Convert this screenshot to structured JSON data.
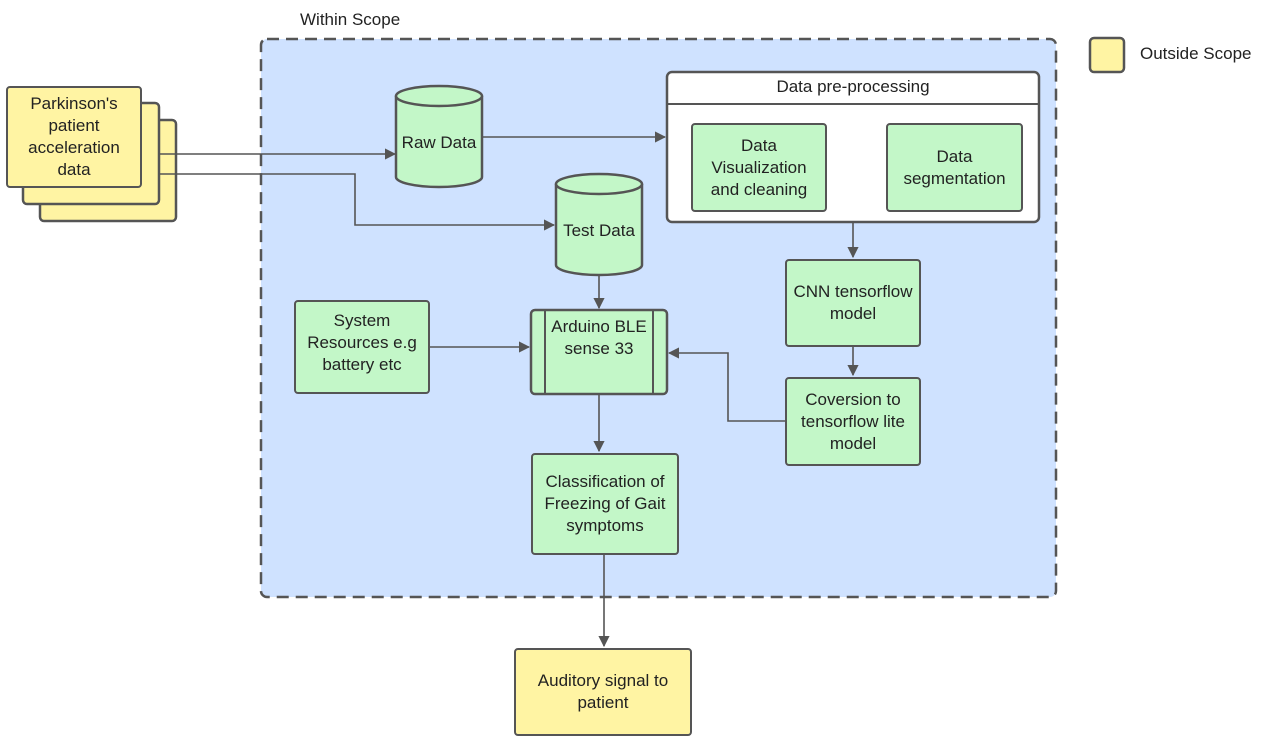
{
  "scope": {
    "within_label": "Within Scope",
    "legend_label": "Outside Scope"
  },
  "colors": {
    "scope_fill": "#cfe2ff",
    "node_fill": "#c3f7c8",
    "outside_fill": "#fff4a3",
    "stroke": "#555555"
  },
  "nodes": {
    "parkinsons": "Parkinson's patient acceleration data",
    "raw_data": "Raw Data",
    "test_data": "Test Data",
    "preprocessing_title": "Data pre-processing",
    "visualization": "Data Visualization and cleaning",
    "segmentation": "Data segmentation",
    "cnn": "CNN tensorflow model",
    "conversion": "Coversion to tensorflow lite model",
    "system_resources": "System Resources e.g battery etc",
    "arduino": "Arduino BLE sense 33",
    "classification": "Classification of Freezing of Gait symptoms",
    "auditory": "Auditory signal to patient"
  }
}
